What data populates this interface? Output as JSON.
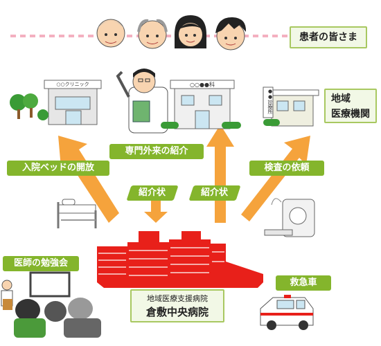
{
  "patients_label": "患者の皆さま",
  "region_label": [
    "地域",
    "医療機関"
  ],
  "arrow_labels": {
    "admission_bed": "入院ベッドの開放",
    "specialist": "専門外来の紹介",
    "exam_request": "検査の依頼",
    "referral_left": "紹介状",
    "referral_right": "紹介状"
  },
  "study_label": "医師の勉強会",
  "ambulance_label": "救急車",
  "hospital": {
    "subtitle": "地域医療支援病院",
    "name": "倉敷中央病院"
  },
  "signs": {
    "clinic_left": "○○クリニック",
    "clinic_center": "○○●●科",
    "clinic_right": "●●診療所"
  },
  "colors": {
    "arrow": "#f5a33c",
    "label_green": "#84b52c",
    "box_border": "#a8c860",
    "hospital_red": "#e8201a"
  }
}
